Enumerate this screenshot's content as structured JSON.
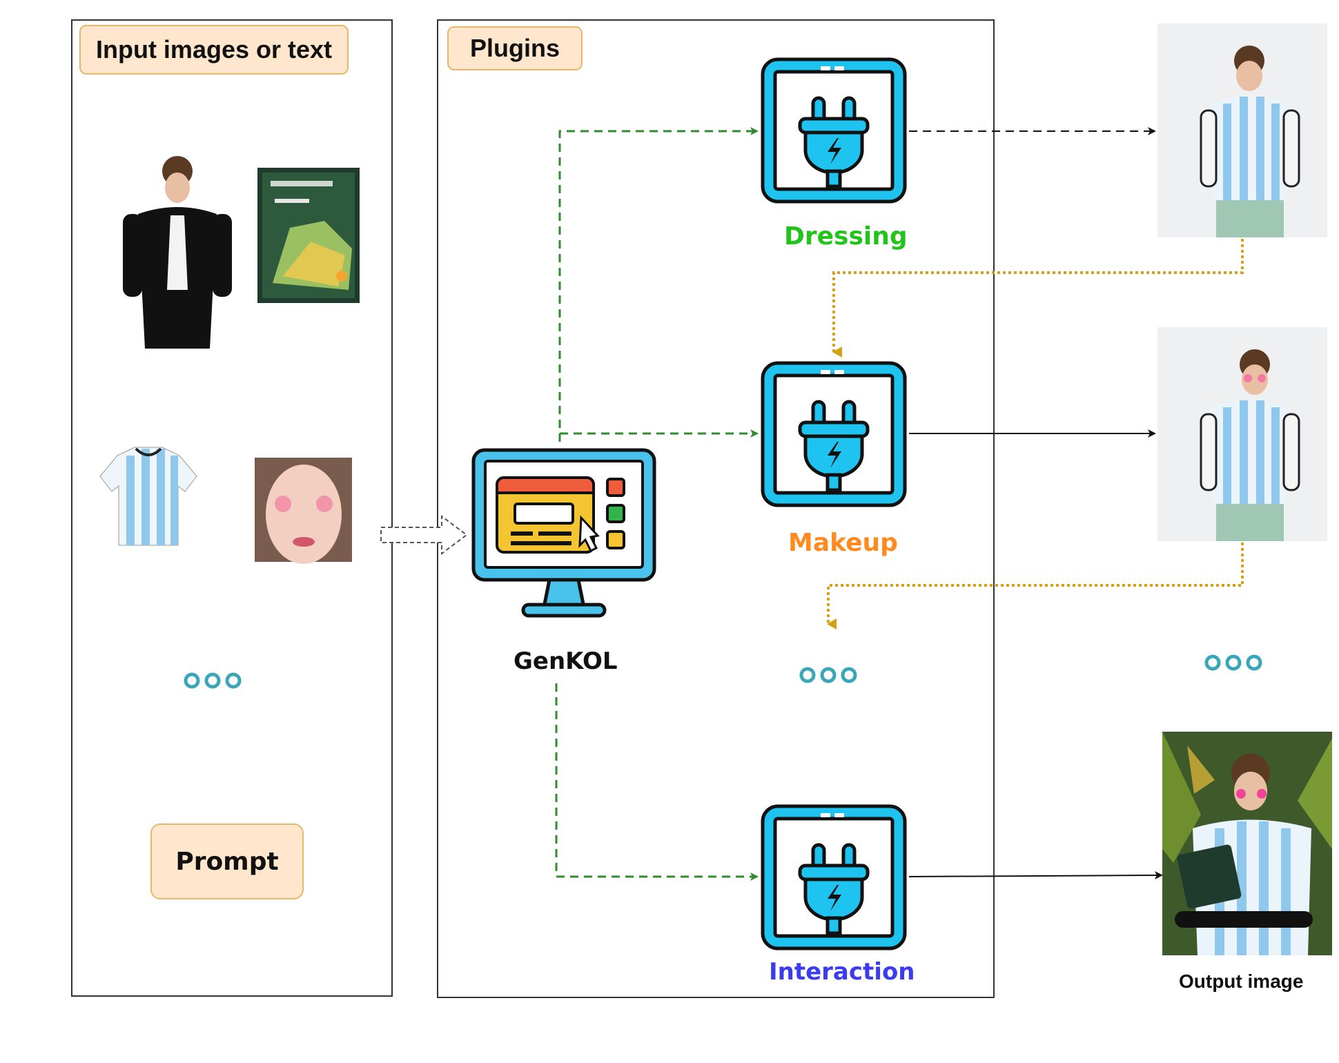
{
  "input_panel": {
    "title": "Input images or text",
    "prompt_label": "Prompt"
  },
  "plugins_panel": {
    "title": "Plugins",
    "hub_label": "GenKOL"
  },
  "plugins": [
    {
      "label": "Dressing",
      "color": "#22c41a"
    },
    {
      "label": "Makeup",
      "color": "#ff8a1f"
    },
    {
      "label": "Interaction",
      "color": "#3b3bf0"
    }
  ],
  "output": {
    "label": "Output image"
  },
  "colors": {
    "plug_blue": "#1ec3ef",
    "flow_green": "#2e8b2e",
    "flow_gold": "#d4a017",
    "label_fill": "#ffe6cc",
    "label_border": "#e8b76a"
  },
  "icons": [
    "plug-icon",
    "computer-monitor-icon",
    "ellipsis-icon",
    "hollow-arrow-icon"
  ]
}
